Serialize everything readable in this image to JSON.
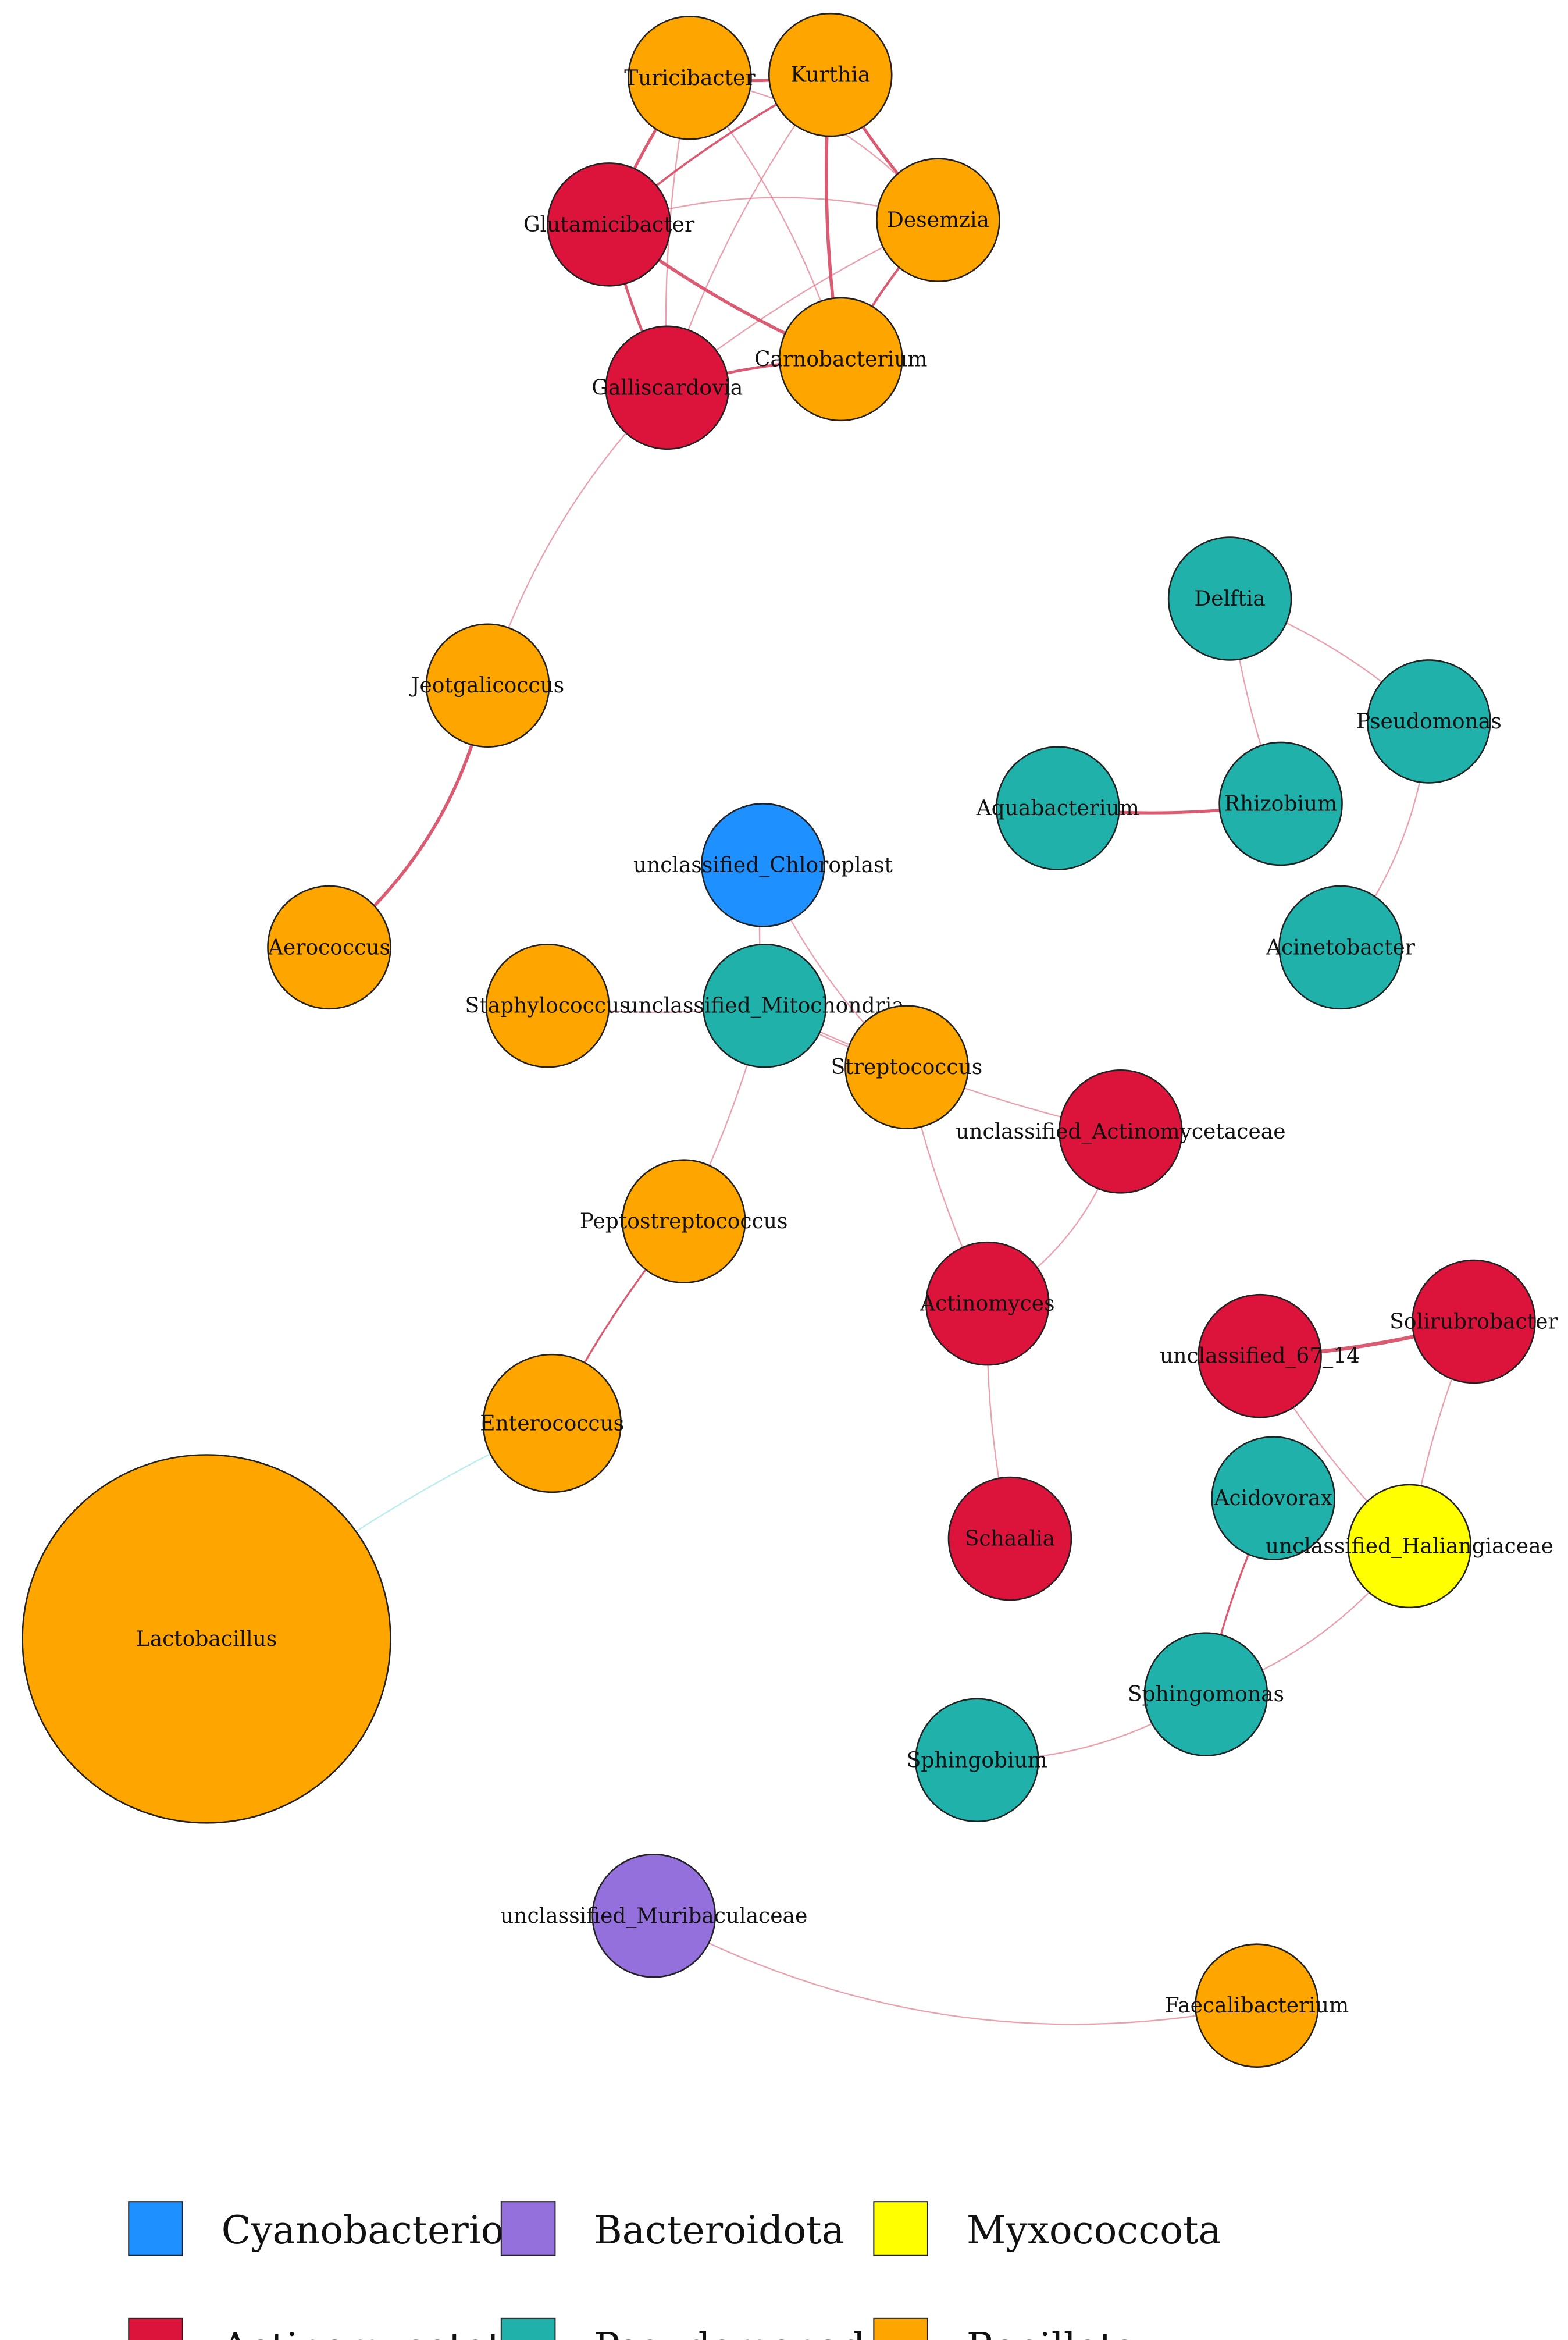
{
  "phyla": {
    "Cyanobacteriota": "#1E90FF",
    "Bacteroidota": "#9370DB",
    "Myxococcota": "#FFFF00",
    "Actinomycetota": "#DC143C",
    "Pseudomonadota": "#20B2AA",
    "Bacillota": "#FFA500"
  },
  "edge_colors": {
    "positive": "#D9536A",
    "negative": "#7FE0E0"
  },
  "nodes": [
    {
      "id": "turicibacter",
      "label": "Turicibacter",
      "phylum": "Bacillota"
    },
    {
      "id": "kurthia",
      "label": "Kurthia",
      "phylum": "Bacillota"
    },
    {
      "id": "glutamicibacter",
      "label": "Glutamicibacter",
      "phylum": "Actinomycetota"
    },
    {
      "id": "desemzia",
      "label": "Desemzia",
      "phylum": "Bacillota"
    },
    {
      "id": "carnobacterium",
      "label": "Carnobacterium",
      "phylum": "Bacillota"
    },
    {
      "id": "galliscardovia",
      "label": "Galliscardovia",
      "phylum": "Actinomycetota"
    },
    {
      "id": "jeotgalicoccus",
      "label": "Jeotgalicoccus",
      "phylum": "Bacillota"
    },
    {
      "id": "aerococcus",
      "label": "Aerococcus",
      "phylum": "Bacillota"
    },
    {
      "id": "delftia",
      "label": "Delftia",
      "phylum": "Pseudomonadota"
    },
    {
      "id": "pseudomonas",
      "label": "Pseudomonas",
      "phylum": "Pseudomonadota"
    },
    {
      "id": "aquabacterium",
      "label": "Aquabacterium",
      "phylum": "Pseudomonadota"
    },
    {
      "id": "rhizobium",
      "label": "Rhizobium",
      "phylum": "Pseudomonadota"
    },
    {
      "id": "acinetobacter",
      "label": "Acinetobacter",
      "phylum": "Pseudomonadota"
    },
    {
      "id": "chloroplast",
      "label": "unclassified_Chloroplast",
      "phylum": "Cyanobacteriota"
    },
    {
      "id": "staphylococcus",
      "label": "Staphylococcus",
      "phylum": "Bacillota"
    },
    {
      "id": "mitochondria",
      "label": "unclassified_Mitochondria",
      "phylum": "Pseudomonadota"
    },
    {
      "id": "streptococcus",
      "label": "Streptococcus",
      "phylum": "Bacillota"
    },
    {
      "id": "actinomycetaceae",
      "label": "unclassified_Actinomycetaceae",
      "phylum": "Actinomycetota"
    },
    {
      "id": "peptostreptococcus",
      "label": "Peptostreptococcus",
      "phylum": "Bacillota"
    },
    {
      "id": "actinomyces",
      "label": "Actinomyces",
      "phylum": "Actinomycetota"
    },
    {
      "id": "solirubrobacter",
      "label": "Solirubrobacter",
      "phylum": "Actinomycetota"
    },
    {
      "id": "unc67_14",
      "label": "unclassified_67_14",
      "phylum": "Actinomycetota"
    },
    {
      "id": "enterococcus",
      "label": "Enterococcus",
      "phylum": "Bacillota"
    },
    {
      "id": "acidovorax",
      "label": "Acidovorax",
      "phylum": "Pseudomonadota"
    },
    {
      "id": "haliangiaceae",
      "label": "unclassified_Haliangiaceae",
      "phylum": "Myxococcota"
    },
    {
      "id": "schaalia",
      "label": "Schaalia",
      "phylum": "Actinomycetota"
    },
    {
      "id": "lactobacillus",
      "label": "Lactobacillus",
      "phylum": "Bacillota"
    },
    {
      "id": "sphingomonas",
      "label": "Sphingomonas",
      "phylum": "Pseudomonadota"
    },
    {
      "id": "sphingobium",
      "label": "Sphingobium",
      "phylum": "Pseudomonadota"
    },
    {
      "id": "muribaculaceae",
      "label": "unclassified_Muribaculaceae",
      "phylum": "Bacteroidota"
    },
    {
      "id": "faecalibacterium",
      "label": "Faecalibacterium",
      "phylum": "Bacillota"
    }
  ],
  "edges": [
    {
      "source": "turicibacter",
      "target": "kurthia",
      "sign": "positive"
    },
    {
      "source": "turicibacter",
      "target": "glutamicibacter",
      "sign": "positive"
    },
    {
      "source": "turicibacter",
      "target": "galliscardovia",
      "sign": "positive"
    },
    {
      "source": "turicibacter",
      "target": "carnobacterium",
      "sign": "positive"
    },
    {
      "source": "turicibacter",
      "target": "desemzia",
      "sign": "positive"
    },
    {
      "source": "kurthia",
      "target": "desemzia",
      "sign": "positive"
    },
    {
      "source": "kurthia",
      "target": "carnobacterium",
      "sign": "positive"
    },
    {
      "source": "kurthia",
      "target": "glutamicibacter",
      "sign": "positive"
    },
    {
      "source": "kurthia",
      "target": "galliscardovia",
      "sign": "positive"
    },
    {
      "source": "glutamicibacter",
      "target": "desemzia",
      "sign": "positive"
    },
    {
      "source": "glutamicibacter",
      "target": "carnobacterium",
      "sign": "positive"
    },
    {
      "source": "glutamicibacter",
      "target": "galliscardovia",
      "sign": "positive"
    },
    {
      "source": "desemzia",
      "target": "carnobacterium",
      "sign": "positive"
    },
    {
      "source": "desemzia",
      "target": "galliscardovia",
      "sign": "positive"
    },
    {
      "source": "carnobacterium",
      "target": "galliscardovia",
      "sign": "positive"
    },
    {
      "source": "galliscardovia",
      "target": "jeotgalicoccus",
      "sign": "positive"
    },
    {
      "source": "jeotgalicoccus",
      "target": "aerococcus",
      "sign": "positive"
    },
    {
      "source": "delftia",
      "target": "rhizobium",
      "sign": "positive"
    },
    {
      "source": "delftia",
      "target": "pseudomonas",
      "sign": "positive"
    },
    {
      "source": "aquabacterium",
      "target": "rhizobium",
      "sign": "positive"
    },
    {
      "source": "pseudomonas",
      "target": "acinetobacter",
      "sign": "positive"
    },
    {
      "source": "chloroplast",
      "target": "mitochondria",
      "sign": "positive"
    },
    {
      "source": "chloroplast",
      "target": "streptococcus",
      "sign": "positive"
    },
    {
      "source": "staphylococcus",
      "target": "mitochondria",
      "sign": "positive"
    },
    {
      "source": "mitochondria",
      "target": "streptococcus",
      "sign": "positive"
    },
    {
      "source": "mitochondria",
      "target": "peptostreptococcus",
      "sign": "positive"
    },
    {
      "source": "mitochondria",
      "target": "actinomycetaceae",
      "sign": "positive"
    },
    {
      "source": "streptococcus",
      "target": "actinomyces",
      "sign": "positive"
    },
    {
      "source": "actinomycetaceae",
      "target": "actinomyces",
      "sign": "positive"
    },
    {
      "source": "actinomyces",
      "target": "schaalia",
      "sign": "positive"
    },
    {
      "source": "peptostreptococcus",
      "target": "enterococcus",
      "sign": "positive"
    },
    {
      "source": "enterococcus",
      "target": "lactobacillus",
      "sign": "negative"
    },
    {
      "source": "unc67_14",
      "target": "solirubrobacter",
      "sign": "positive"
    },
    {
      "source": "unc67_14",
      "target": "haliangiaceae",
      "sign": "positive"
    },
    {
      "source": "solirubrobacter",
      "target": "haliangiaceae",
      "sign": "positive"
    },
    {
      "source": "acidovorax",
      "target": "sphingomonas",
      "sign": "positive"
    },
    {
      "source": "haliangiaceae",
      "target": "sphingomonas",
      "sign": "positive"
    },
    {
      "source": "sphingomonas",
      "target": "sphingobium",
      "sign": "positive"
    },
    {
      "source": "muribaculaceae",
      "target": "faecalibacterium",
      "sign": "positive"
    }
  ],
  "legend": [
    {
      "phylum": "Cyanobacteriota",
      "label": "Cyanobacteriota"
    },
    {
      "phylum": "Bacteroidota",
      "label": "Bacteroidota"
    },
    {
      "phylum": "Myxococcota",
      "label": "Myxococcota"
    },
    {
      "phylum": "Actinomycetota",
      "label": "Actinomycetota"
    },
    {
      "phylum": "Pseudomonadota",
      "label": "Pseudomonadota"
    },
    {
      "phylum": "Bacillota",
      "label": "Bacillota"
    }
  ]
}
